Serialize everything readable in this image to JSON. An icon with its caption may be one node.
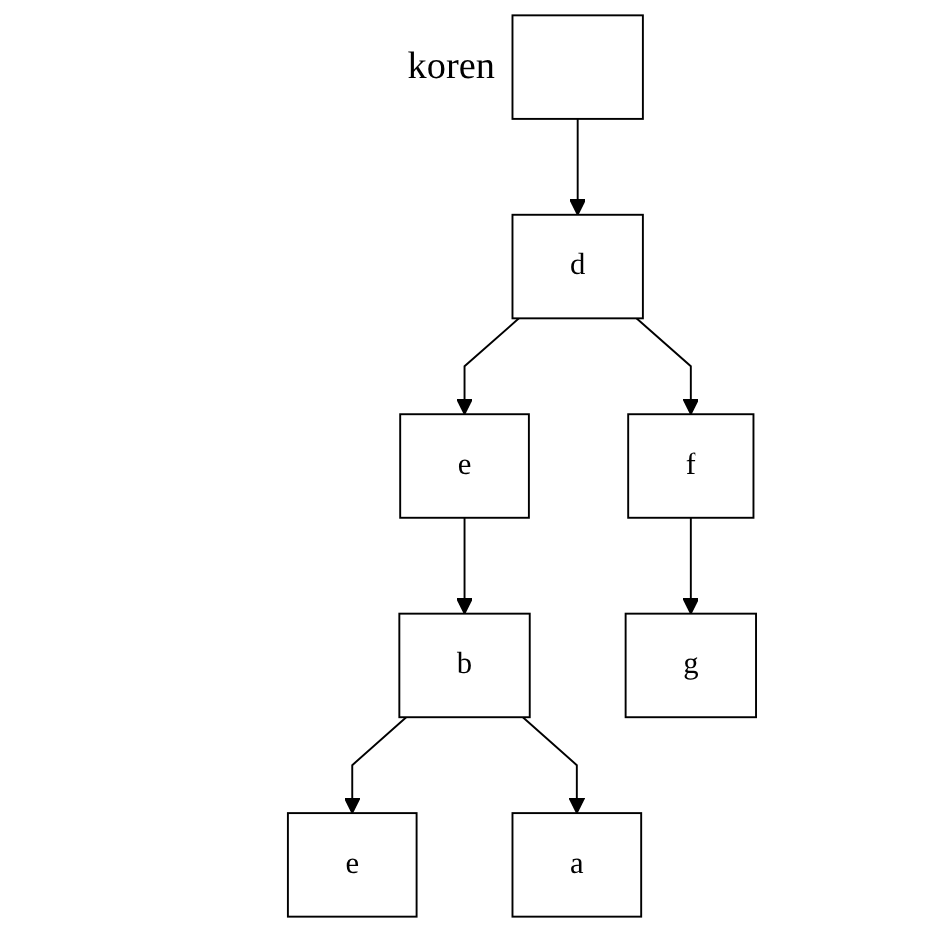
{
  "diagram": {
    "nodes": [
      {
        "text": [],
        "shape": "box",
        "beside": [
          "koren"
        ]
      },
      {
        "text": [
          "d"
        ]
      },
      {
        "text": [
          "e"
        ]
      },
      {
        "text": [
          "f"
        ]
      },
      {
        "text": [
          "b"
        ]
      },
      {
        "text": [
          "g"
        ]
      },
      {
        "text": [
          "e"
        ]
      },
      {
        "text": [
          "a"
        ]
      }
    ],
    "edges": [
      {
        "from": 0,
        "to": 1,
        "arrow": "to"
      },
      {
        "from": 1,
        "to": 2,
        "arrow": "to"
      },
      {
        "from": 1,
        "to": 3,
        "arrow": "to"
      },
      {
        "from": 2,
        "to": 4,
        "arrow": "to"
      },
      {
        "from": 3,
        "to": 5,
        "arrow": "to"
      },
      {
        "from": 4,
        "to": 6,
        "arrow": "to"
      },
      {
        "from": 4,
        "to": 7,
        "arrow": "to"
      }
    ]
  }
}
